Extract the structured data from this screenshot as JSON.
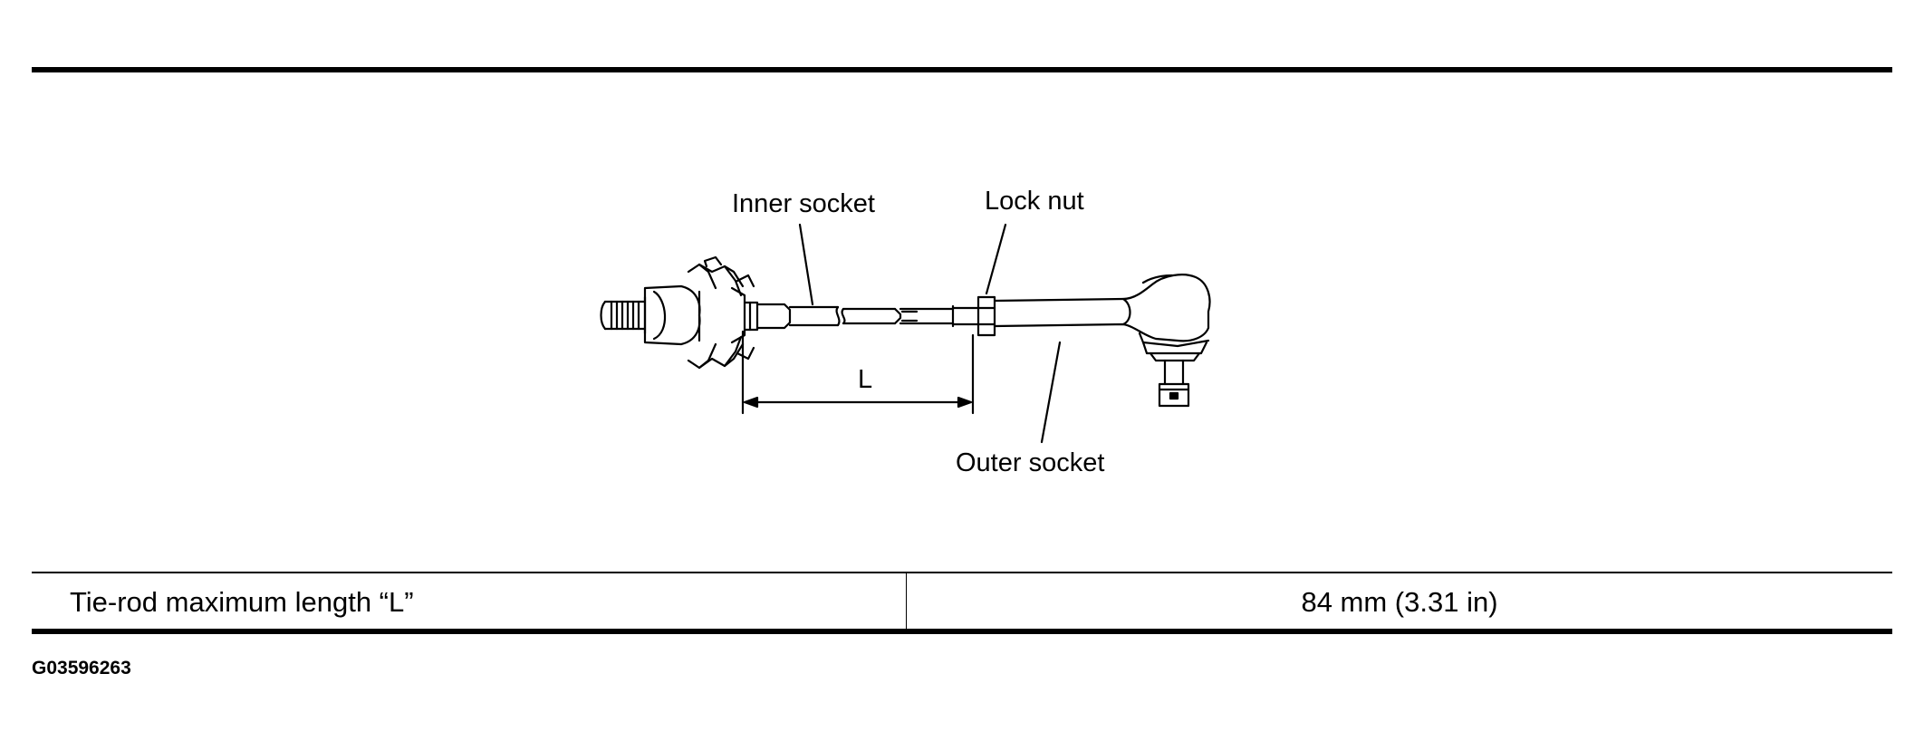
{
  "diagram": {
    "labels": {
      "inner_socket": "Inner socket",
      "lock_nut": "Lock nut",
      "outer_socket": "Outer socket",
      "dimension": "L"
    }
  },
  "spec_table": {
    "rows": [
      {
        "parameter": "Tie-rod maximum length “L”",
        "value": "84 mm (3.31 in)"
      }
    ]
  },
  "figure_code": "G03596263"
}
